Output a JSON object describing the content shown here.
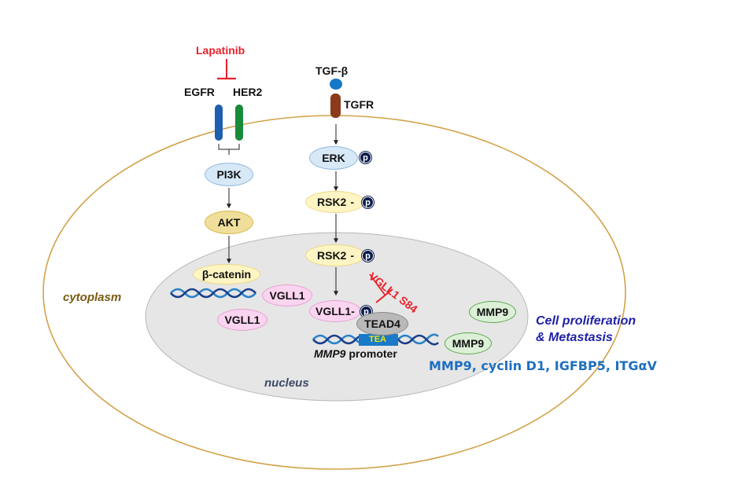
{
  "drug": {
    "name": "Lapatinib"
  },
  "receptors": {
    "egfr": "EGFR",
    "her2": "HER2",
    "tgfb": "TGF-β",
    "tgfr": "TGFR"
  },
  "nodes": {
    "pi3k": "PI3K",
    "akt": "AKT",
    "beta_catenin": "β-catenin",
    "erk": "ERK",
    "rsk2_cyto": "RSK2",
    "rsk2_nuc": "RSK2",
    "vgll1_a": "VGLL1",
    "vgll1_b": "VGLL1",
    "vgll1_p": "VGLL1",
    "tead4": "TEAD4",
    "tea": "TEA",
    "mmp9_a": "MMP9",
    "mmp9_b": "MMP9"
  },
  "phospho_symbol": "p",
  "dash": "-",
  "inhibition": {
    "vgll1_s84": "VGLL1 S84"
  },
  "promoter": {
    "gene": "MMP9",
    "suffix": " promoter"
  },
  "compartments": {
    "cytoplasm": "cytoplasm",
    "nucleus": "nucleus"
  },
  "outcome": {
    "line1": "Cell proliferation",
    "line2": "& Metastasis",
    "targets": "MMP9, cyclin D1, IGFBP5, ITGαV"
  },
  "colors": {
    "inhibitor_red": "#e8212b",
    "cytoplasm_label": "#7a5b12",
    "outcome_navy": "#1f1fa8",
    "targets_blue": "#1e6fc0",
    "egfr_blue": "#1f5fb0",
    "her2_green": "#1a8a3a",
    "tgfr_brown": "#8b3a1a",
    "membrane": "#d2a24a"
  }
}
